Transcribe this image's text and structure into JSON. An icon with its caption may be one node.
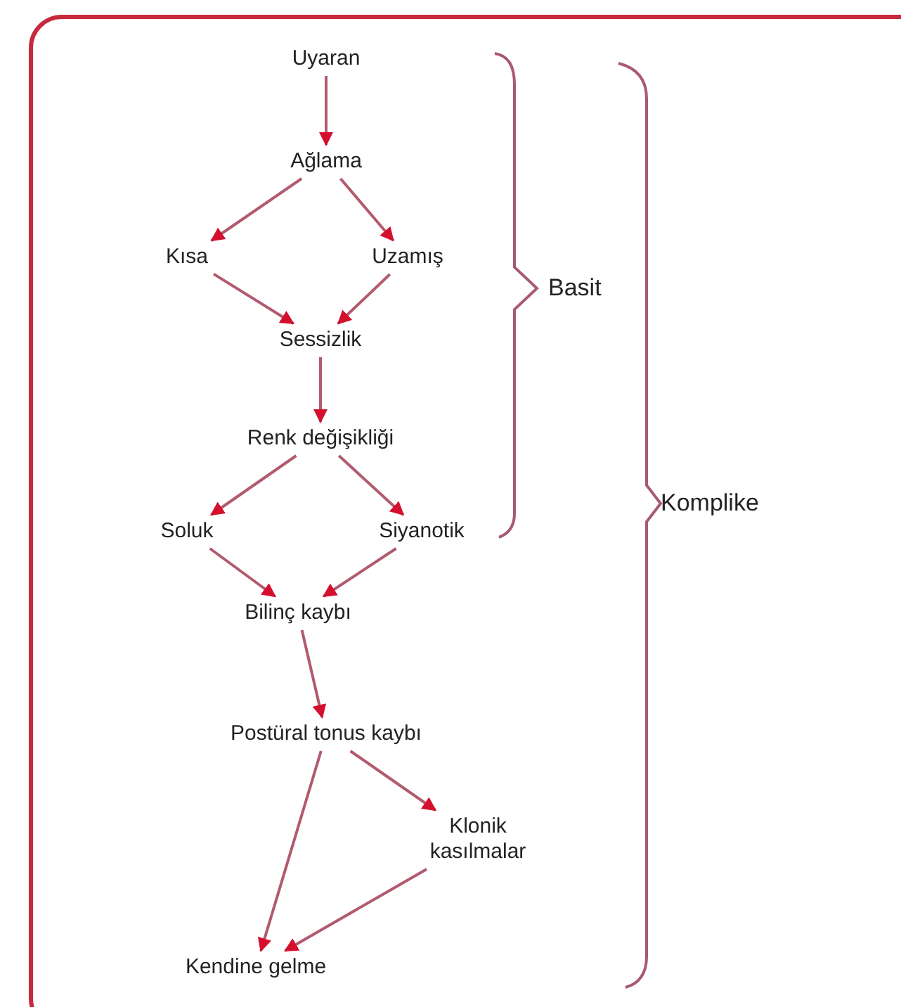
{
  "diagram": {
    "nodes": [
      {
        "text": [
          "Uyaran"
        ]
      },
      {
        "text": [
          "Ağlama"
        ]
      },
      {
        "text": [
          "Kısa"
        ]
      },
      {
        "text": [
          "Uzamış"
        ]
      },
      {
        "text": [
          "Sessizlik"
        ]
      },
      {
        "text": [
          "Renk değişikliği"
        ]
      },
      {
        "text": [
          "Soluk"
        ]
      },
      {
        "text": [
          "Siyanotik"
        ]
      },
      {
        "text": [
          "Bilinç kaybı"
        ]
      },
      {
        "text": [
          "Postüral tonus kaybı"
        ]
      },
      {
        "text": [
          "Klonik kasılmalar"
        ]
      },
      {
        "text": [
          "Kendine gelme"
        ]
      }
    ],
    "edges": [
      {
        "from": 0,
        "to": 1,
        "arrow": "to"
      },
      {
        "from": 1,
        "to": 2,
        "arrow": "to"
      },
      {
        "from": 1,
        "to": 3,
        "arrow": "to"
      },
      {
        "from": 2,
        "to": 4,
        "arrow": "to"
      },
      {
        "from": 3,
        "to": 4,
        "arrow": "to"
      },
      {
        "from": 4,
        "to": 5,
        "arrow": "to"
      },
      {
        "from": 5,
        "to": 6,
        "arrow": "to"
      },
      {
        "from": 5,
        "to": 7,
        "arrow": "to"
      },
      {
        "from": 6,
        "to": 8,
        "arrow": "to"
      },
      {
        "from": 7,
        "to": 8,
        "arrow": "to"
      },
      {
        "from": 8,
        "to": 9,
        "arrow": "to"
      },
      {
        "from": 9,
        "to": 10,
        "arrow": "to"
      },
      {
        "from": 9,
        "to": 11,
        "arrow": "to"
      },
      {
        "from": 10,
        "to": 11,
        "arrow": "to"
      }
    ],
    "labels": [
      "Basit",
      "Komplike"
    ]
  }
}
